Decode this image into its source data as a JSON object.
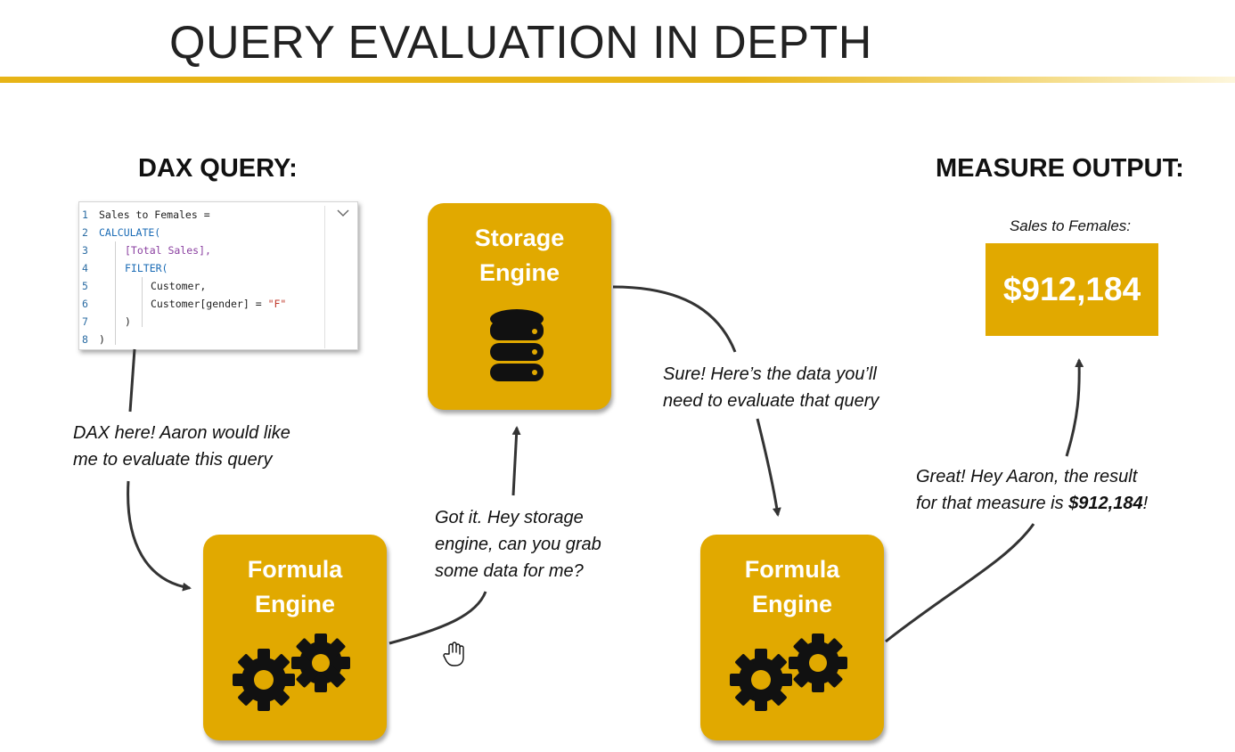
{
  "title": "QUERY EVALUATION IN DEPTH",
  "dax_heading": "DAX QUERY:",
  "output_heading": "MEASURE OUTPUT:",
  "code": {
    "line_numbers": [
      "1",
      "2",
      "3",
      "4",
      "5",
      "6",
      "7",
      "8"
    ],
    "line1": "Sales to Females =",
    "line2": "CALCULATE(",
    "line3": "[Total Sales],",
    "line4": "FILTER(",
    "line5": "Customer,",
    "line6_pre": "Customer[gender] = ",
    "line6_str": "\"F\"",
    "line7": ")",
    "line8": ")"
  },
  "engines": {
    "storage": "Storage\nEngine",
    "formula_left": "Formula\nEngine",
    "formula_right": "Formula\nEngine"
  },
  "captions": {
    "dax_to_formula": "DAX here! Aaron would like\nme to evaluate this query",
    "formula_to_storage": "Got it. Hey storage\nengine, can you grab\nsome data for me?",
    "storage_to_formula": "Sure! Here’s the data you’ll\nneed to evaluate that query",
    "formula_to_output_line1": "Great! Hey Aaron, the result",
    "formula_to_output_pre": "for that measure is ",
    "formula_to_output_value": "$912,184",
    "formula_to_output_post": "!"
  },
  "output": {
    "label": "Sales to Females:",
    "value": "$912,184"
  },
  "colors": {
    "engine_gold": "#e1a900",
    "accent_rule": "#e7b416"
  },
  "icons": {
    "storage": "database-icon",
    "formula": "gears-icon",
    "cursor": "hand-cursor-icon"
  }
}
